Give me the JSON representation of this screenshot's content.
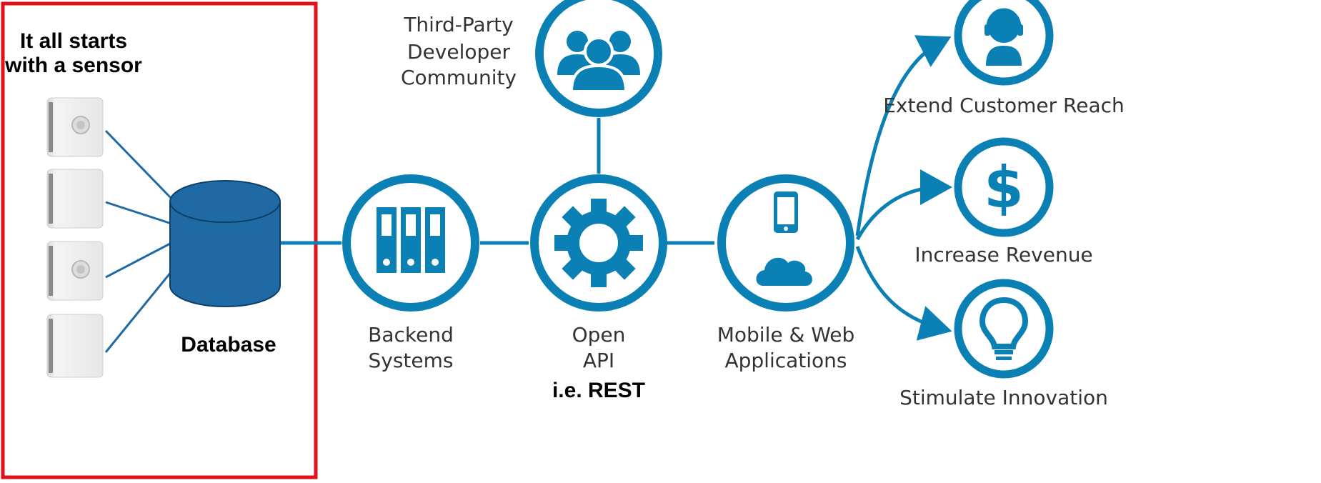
{
  "sensor_group": {
    "caption_line1": "It all starts",
    "caption_line2": "with a sensor",
    "database_label": "Database",
    "sensor_count": 4
  },
  "nodes": {
    "community": {
      "line1": "Third-Party",
      "line2": "Developer",
      "line3": "Community"
    },
    "backend": {
      "line1": "Backend",
      "line2": "Systems"
    },
    "api": {
      "line1": "Open",
      "line2": "API",
      "note": "i.e. REST"
    },
    "apps": {
      "line1": "Mobile & Web",
      "line2": "Applications"
    }
  },
  "outcomes": {
    "reach": "Extend Customer Reach",
    "revenue": "Increase Revenue",
    "innovation": "Stimulate Innovation"
  },
  "colors": {
    "primary_blue": "#0a80b4",
    "database_blue": "#1f6aa5",
    "highlight_border": "#e3121a",
    "connector": "#1f6aa5"
  },
  "icons": {
    "community": "people-group-icon",
    "backend": "binders-icon",
    "api": "gear-icon",
    "apps": "phone-cloud-icon",
    "reach": "headset-person-icon",
    "revenue": "dollar-icon",
    "innovation": "lightbulb-icon"
  }
}
